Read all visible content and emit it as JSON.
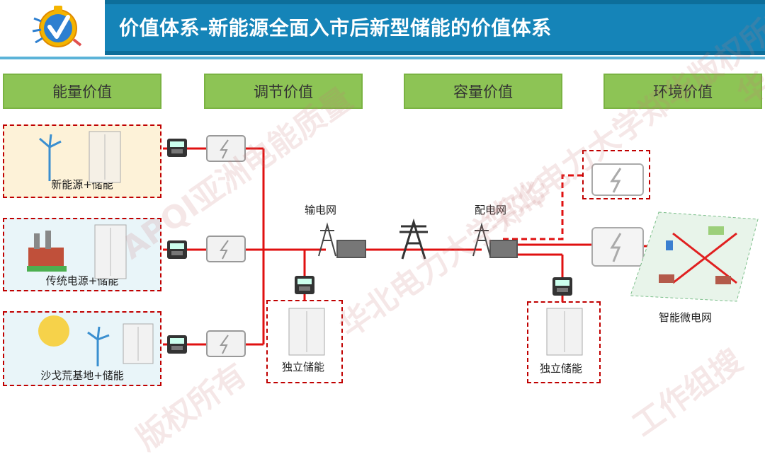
{
  "header": {
    "title": "价值体系-新能源全面入市后新型储能的价值体系"
  },
  "categories": [
    "能量价值",
    "调节价值",
    "容量价值",
    "环境价值"
  ],
  "sources": [
    {
      "label": "新能源+储能"
    },
    {
      "label": "传统电源+储能"
    },
    {
      "label": "沙戈荒基地+储能"
    }
  ],
  "nodes": {
    "transmission": "输电网",
    "distribution": "配电网",
    "standalone_left": "独立储能",
    "standalone_right": "独立储能",
    "microgrid": "智能微电网"
  },
  "watermarks": [
    "APQI亚洲电能质量",
    "华北电力大学郑华",
    "华北电力大学郑华版权所有",
    "版权所有",
    "工作组搜",
    "华"
  ],
  "colors": {
    "line": "#e01010",
    "category_fill": "#8dc455",
    "header_blue": "#1584b8"
  }
}
